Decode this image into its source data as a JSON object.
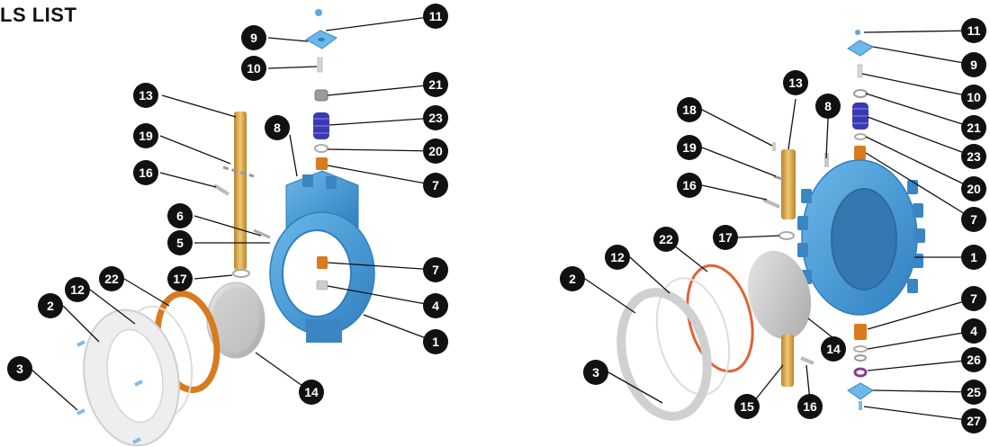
{
  "title": "LS LIST",
  "colors": {
    "callout": "#111111",
    "body_blue": "#4a9fd8",
    "stem_gold": "#d6a64a",
    "seat_orange": "#d97a1e",
    "spring_purple": "#3a3ab0",
    "disc_gray": "#cfcfcf",
    "ring_white": "#f0f0f0"
  },
  "left_diagram": {
    "callouts": [
      "11",
      "9",
      "10",
      "21",
      "23",
      "20",
      "7",
      "13",
      "19",
      "16",
      "8",
      "6",
      "5",
      "17",
      "7",
      "4",
      "1",
      "2",
      "12",
      "22",
      "3",
      "14"
    ]
  },
  "right_diagram": {
    "callouts": [
      "11",
      "9",
      "10",
      "21",
      "23",
      "20",
      "7",
      "1",
      "13",
      "18",
      "19",
      "8",
      "16",
      "17",
      "22",
      "12",
      "2",
      "3",
      "14",
      "15",
      "16",
      "7",
      "4",
      "26",
      "25",
      "27"
    ]
  }
}
